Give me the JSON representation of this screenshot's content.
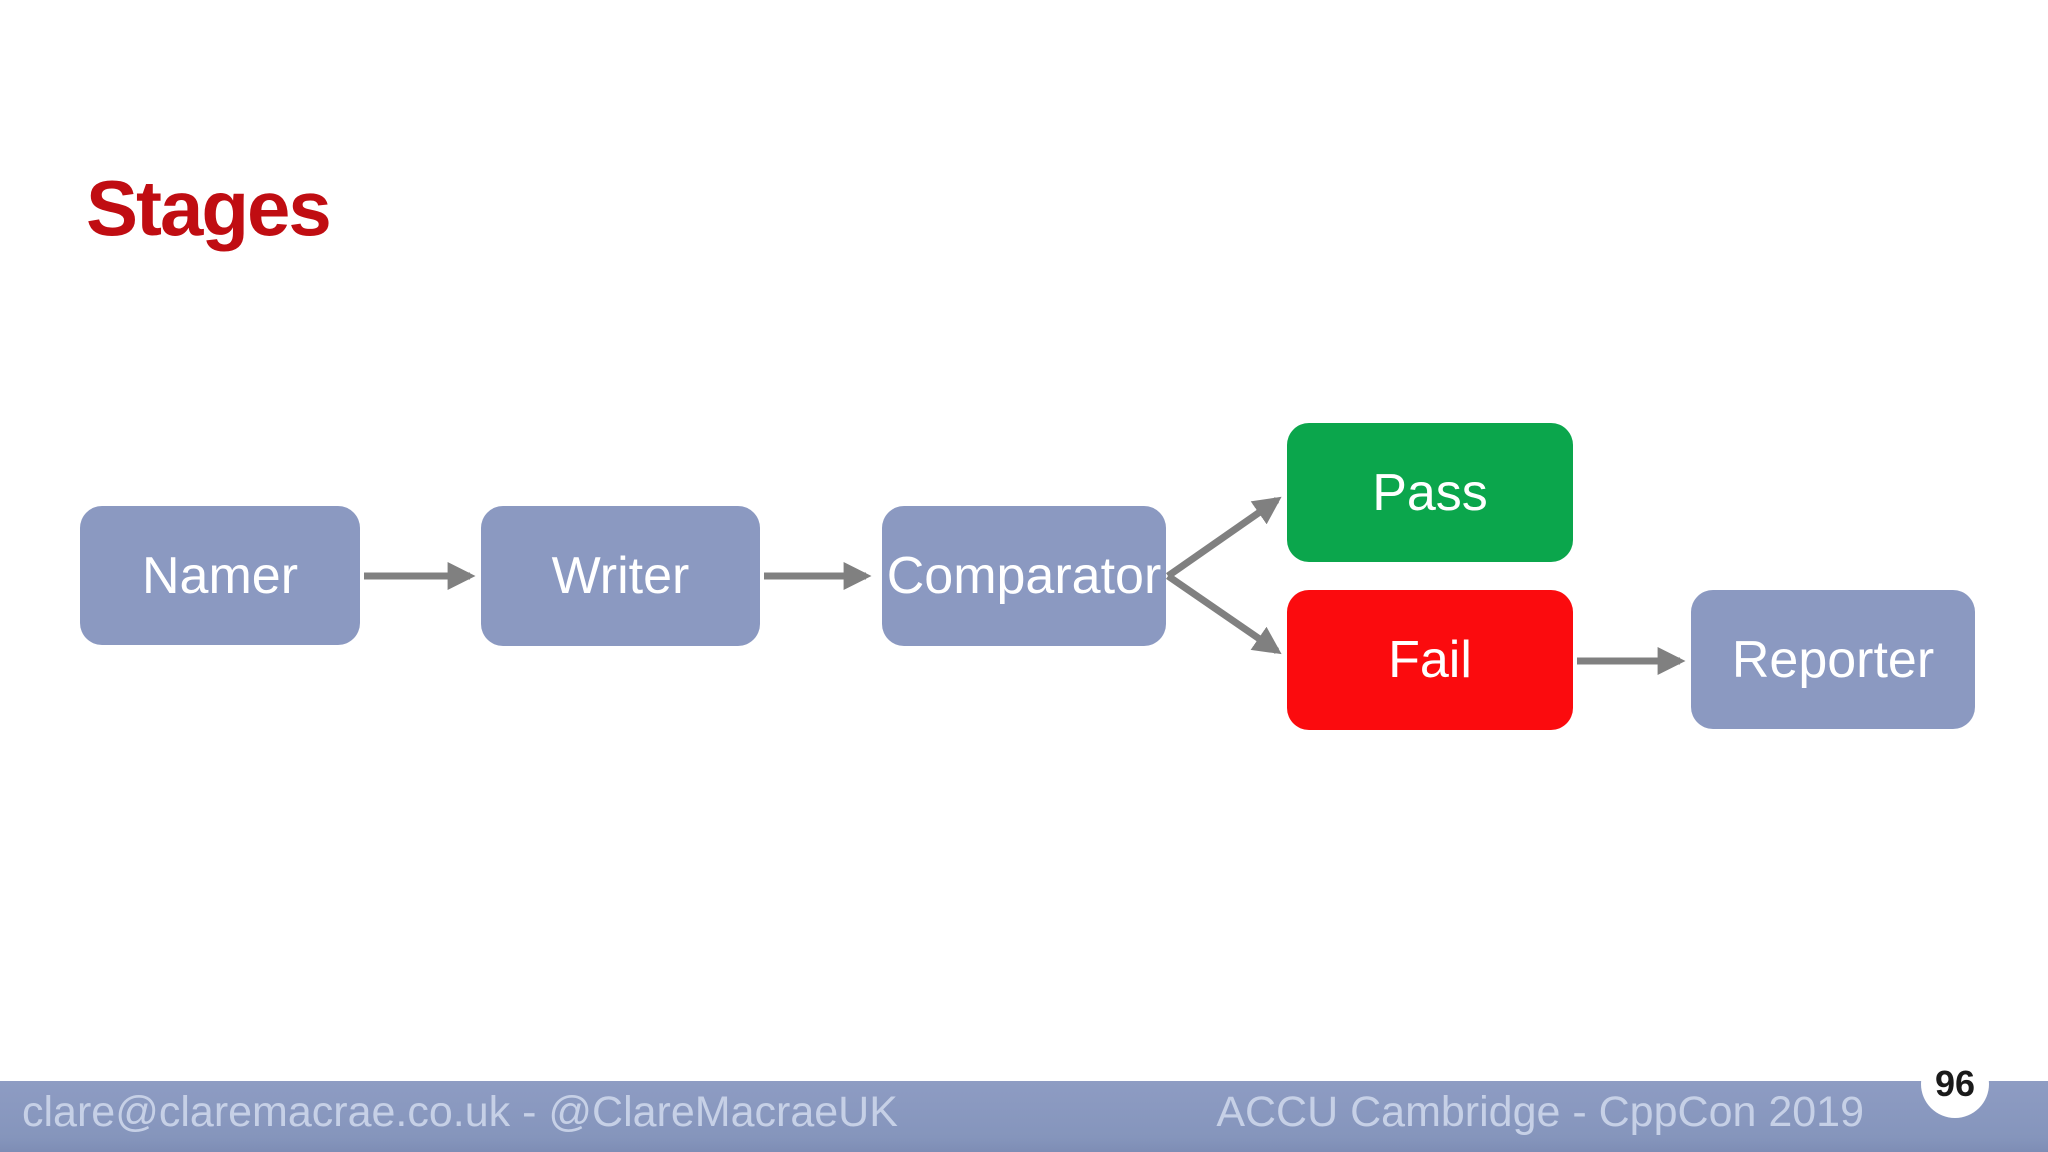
{
  "slide": {
    "title": "Stages",
    "page_number": "96"
  },
  "diagram": {
    "nodes": [
      {
        "id": "namer",
        "label": "Namer",
        "type": "stage"
      },
      {
        "id": "writer",
        "label": "Writer",
        "type": "stage"
      },
      {
        "id": "comparator",
        "label": "Comparator",
        "type": "stage"
      },
      {
        "id": "pass",
        "label": "Pass",
        "type": "outcome-pass"
      },
      {
        "id": "fail",
        "label": "Fail",
        "type": "outcome-fail"
      },
      {
        "id": "reporter",
        "label": "Reporter",
        "type": "stage"
      }
    ],
    "edges": [
      {
        "from": "namer",
        "to": "writer"
      },
      {
        "from": "writer",
        "to": "comparator"
      },
      {
        "from": "comparator",
        "to": "pass"
      },
      {
        "from": "comparator",
        "to": "fail"
      },
      {
        "from": "fail",
        "to": "reporter"
      }
    ]
  },
  "footer": {
    "left_text": "clare@claremacrae.co.uk - @ClareMacraeUK",
    "right_text": "ACCU Cambridge - CppCon 2019"
  },
  "colors": {
    "title": "#c00d12",
    "stage_fill": "#8b99c1",
    "pass_fill": "#0ba64c",
    "fail_fill": "#fb0b0e",
    "arrow": "#808080",
    "footer_bar": "#8e9cc3",
    "footer_text": "#c6d0e6",
    "badge_bg": "#ffffff",
    "badge_text": "#1a1a1a"
  }
}
